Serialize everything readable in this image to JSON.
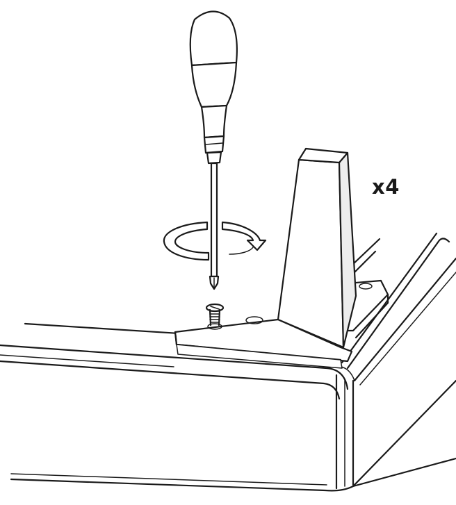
{
  "quantity_label": "x4",
  "icons": {
    "tool": "screwdriver-icon",
    "rotation": "rotate-clockwise-arrow-icon",
    "fastener": "screw-icon",
    "part": "leg-bracket",
    "panel": "table-top-corner"
  },
  "colors": {
    "line": "#1a1a1a",
    "background": "#ffffff"
  }
}
